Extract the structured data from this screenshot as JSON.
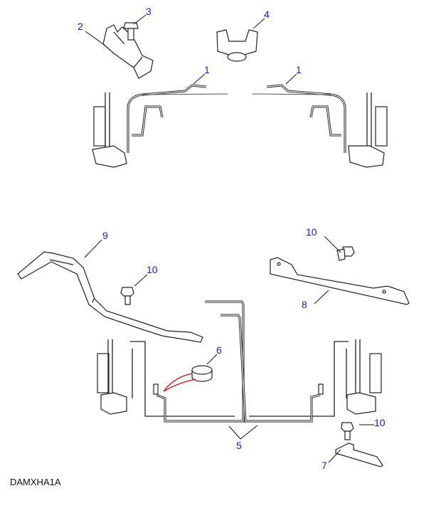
{
  "diagram_code": "DAMXHA1A",
  "callouts": {
    "c1a": "1",
    "c1b": "1",
    "c2": "2",
    "c3": "3",
    "c4": "4",
    "c5": "5",
    "c6": "6",
    "c7": "7",
    "c8": "8",
    "c9": "9",
    "c10a": "10",
    "c10b": "10",
    "c10c": "10"
  },
  "colors": {
    "callout": "#1a1ad0",
    "highlight": "#d01010"
  }
}
